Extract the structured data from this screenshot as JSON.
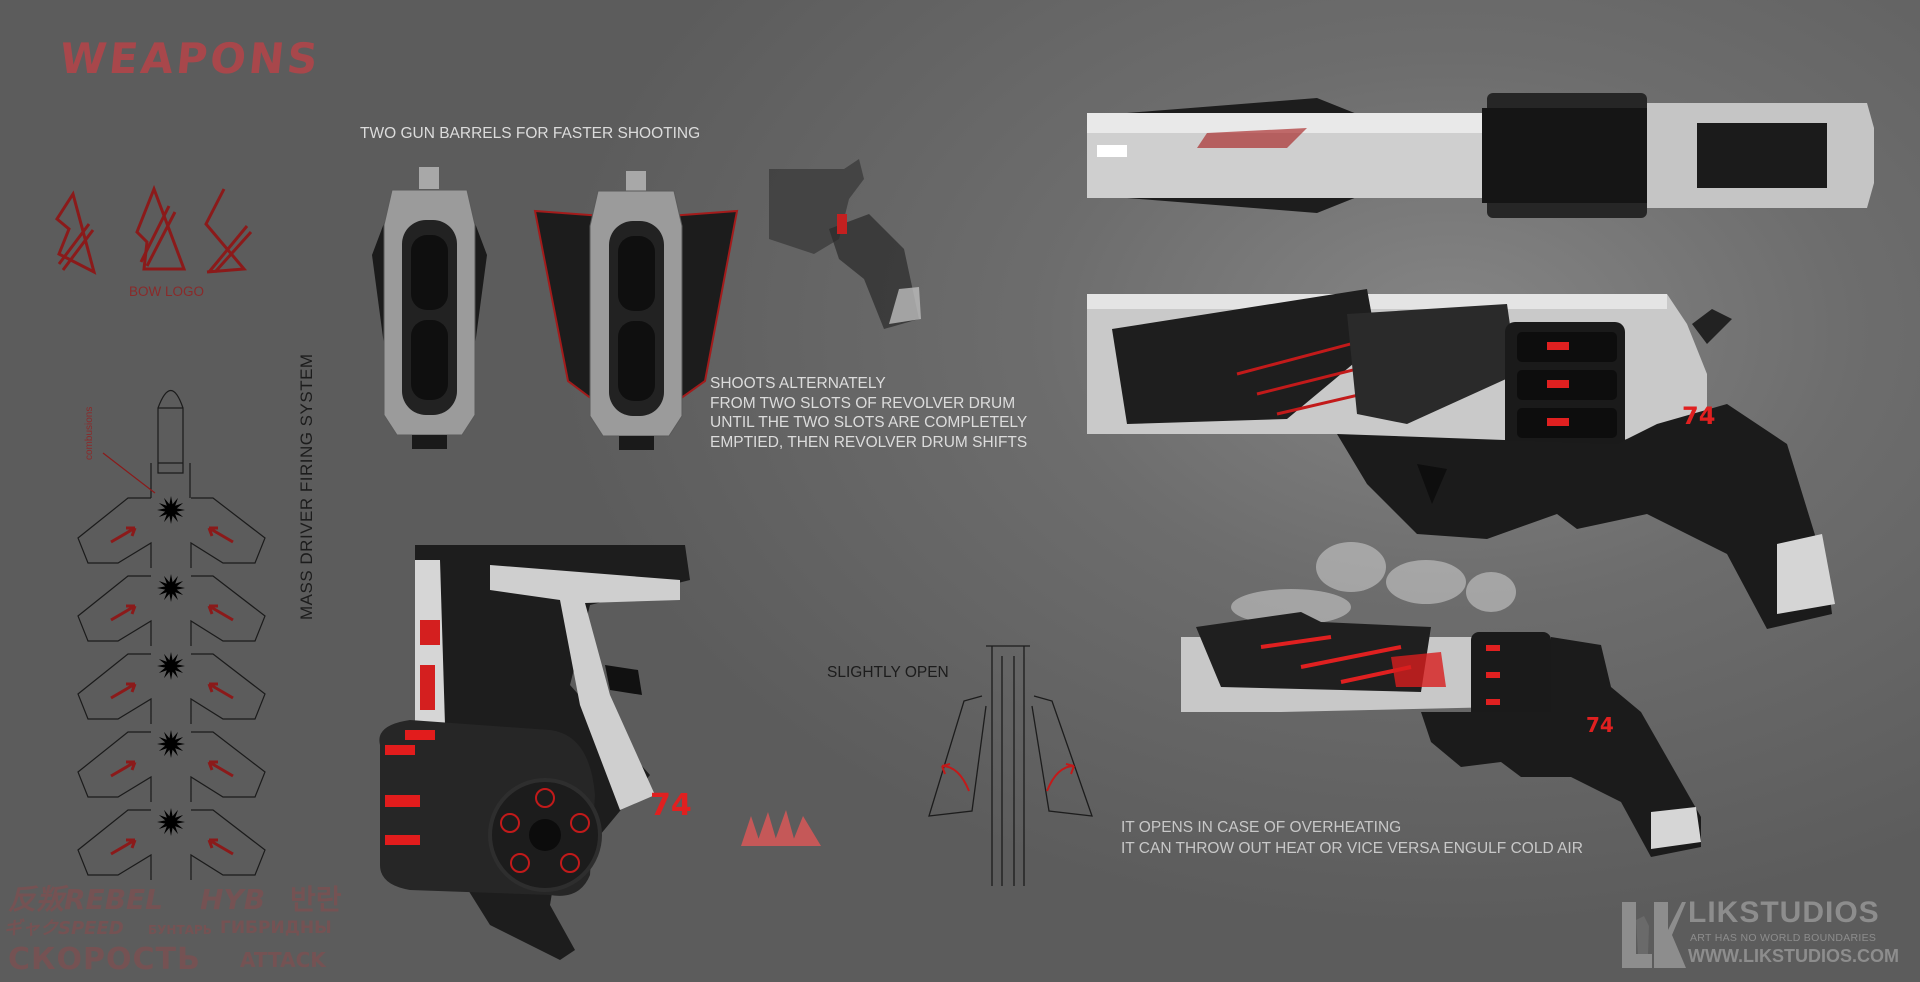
{
  "title": "WEAPONS",
  "labels": {
    "barrels": "TWO GUN BARRELS FOR FASTER SHOOTING",
    "bow_logo": "BOW LOGO",
    "firing_system": "MASS DRIVER FIRING SYSTEM",
    "combusions": "combusions",
    "slightly_open": "SLIGHTLY OPEN"
  },
  "shooting_note": [
    "SHOOTS ALTERNATELY",
    "FROM TWO SLOTS OF REVOLVER DRUM",
    "UNTIL THE TWO SLOTS ARE COMPLETELY",
    "EMPTIED, THEN REVOLVER DRUM SHIFTS"
  ],
  "overheat_note": [
    "IT OPENS IN CASE OF OVERHEATING",
    "IT CAN THROW OUT HEAT OR VICE VERSA ENGULF COLD AIR"
  ],
  "watermark": {
    "rebel": "反叛REBEL",
    "speed": "ギャクSPEED",
    "speed_ru": "СКОРОСТЬ",
    "hybrid": "HYB",
    "hybrid_ru": "ГИБРИДНЫ",
    "rebel_ru": "БУНТАРЬ",
    "rebel_kr": "반란",
    "attack": "ATTACK"
  },
  "studio": {
    "name": "LIKSTUDIOS",
    "tagline": "ART HAS NO WORLD BOUNDARIES",
    "url": "WWW.LIKSTUDIOS.COM"
  },
  "colors": {
    "accent_red": "#a8474b",
    "glow_red": "#e02020",
    "metal": "#c9c9c9",
    "dark": "#1e1e1e"
  }
}
